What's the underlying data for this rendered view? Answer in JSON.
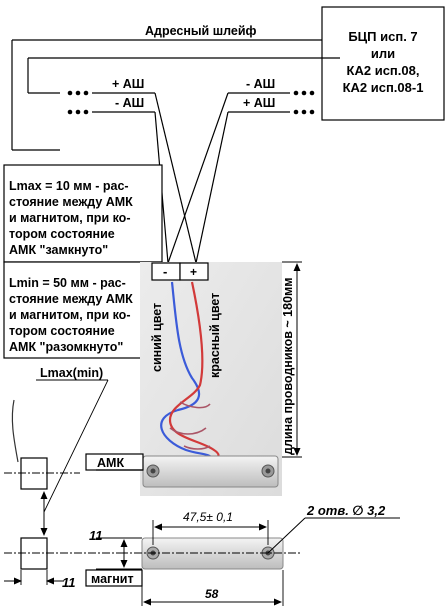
{
  "controller": {
    "lines": [
      "БЦП исп. 7",
      "или",
      "КА2 исп.08,",
      "КА2 исп.08-1"
    ]
  },
  "loop_label": "Адресный шлейф",
  "left_terminals": {
    "plus": "+ АШ",
    "minus": "- АШ"
  },
  "right_terminals": {
    "minus": "- АШ",
    "plus": "+ АШ"
  },
  "note_max": {
    "lines": [
      "Lmax = 10 мм - рас-",
      "стояние между АМК",
      "и магнитом, при ко-",
      "тором состояние",
      "АМК \"замкнуто\""
    ]
  },
  "note_min": {
    "lines": [
      "Lmin = 50 мм - рас-",
      "стояние между АМК",
      "и магнитом, при ко-",
      "тором состояние",
      "АМК \"разомкнуто\""
    ]
  },
  "sensor_terminals": {
    "minus": "-",
    "plus": "+"
  },
  "wire_labels": {
    "blue": "синий цвет",
    "red": "красный цвет"
  },
  "wire_length": "длина проводников ~ 180мм",
  "distance_label": "Lmax(min)",
  "amk_label": "АМК",
  "magnet_label": "магнит",
  "dim_hole_spacing": "47,5± 0,1",
  "dim_holes": "2 отв. ∅ 3,2",
  "dim_height_top": "11",
  "dim_height_bottom": "11",
  "dim_length": "58",
  "colors": {
    "blue_wire": "#3b5bd9",
    "red_wire": "#d23a3a",
    "photo_bg": "#e4e4e4"
  }
}
